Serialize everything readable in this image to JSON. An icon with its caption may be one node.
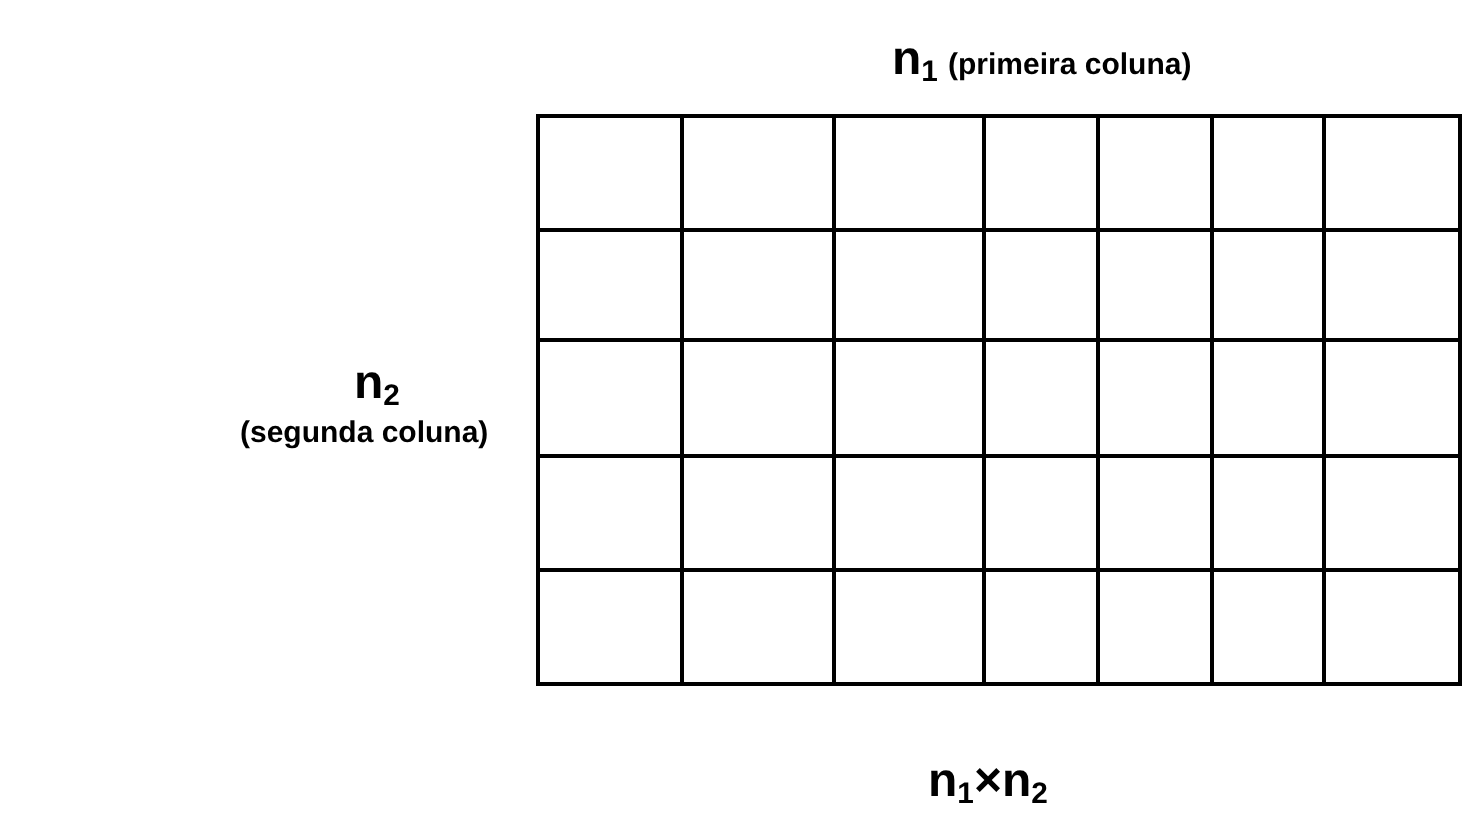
{
  "diagram": {
    "labels": [
      "n$_{1}$",
      "(primeira coluna)",
      "n$_{2}$",
      "(segunda coluna)",
      "n$_{1}$×n$_{2}$"
    ]
  }
}
